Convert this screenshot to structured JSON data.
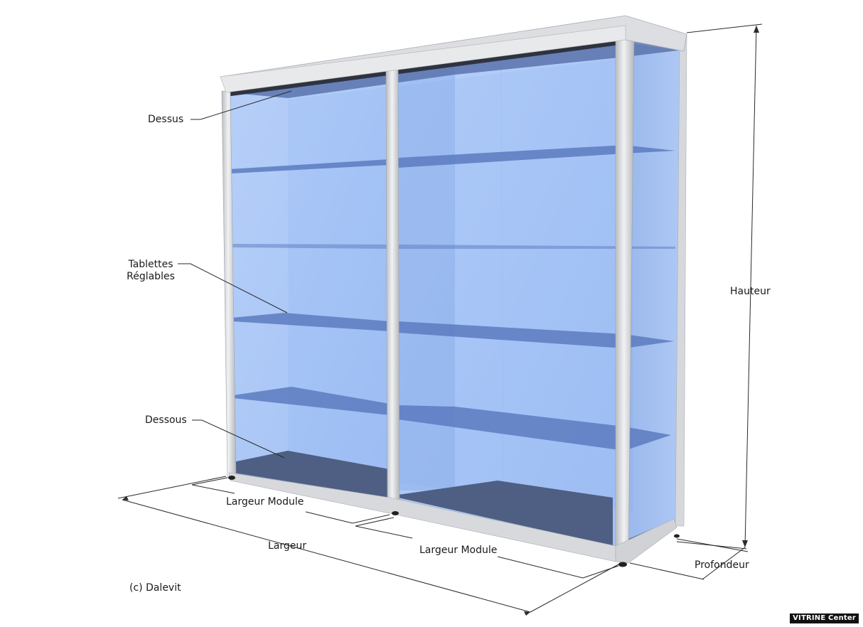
{
  "labels": {
    "top": "Dessus",
    "shelves_line1": "Tablettes",
    "shelves_line2": "Réglables",
    "bottom": "Dessous",
    "height": "Hauteur",
    "module_width_1": "Largeur Module",
    "width": "Largeur",
    "module_width_2": "Largeur Module",
    "depth": "Profondeur",
    "copyright": "(c) Dalevit"
  },
  "watermark": "VITRINE Center",
  "colors": {
    "glass": "#9ec0f5",
    "glass_dark": "#6f93d6",
    "shelf": "#5b7bc0",
    "frame": "#d7d9dc",
    "frame_shadow": "#a9adb3",
    "base": "#4e5f83",
    "line": "#2a2a2a"
  }
}
